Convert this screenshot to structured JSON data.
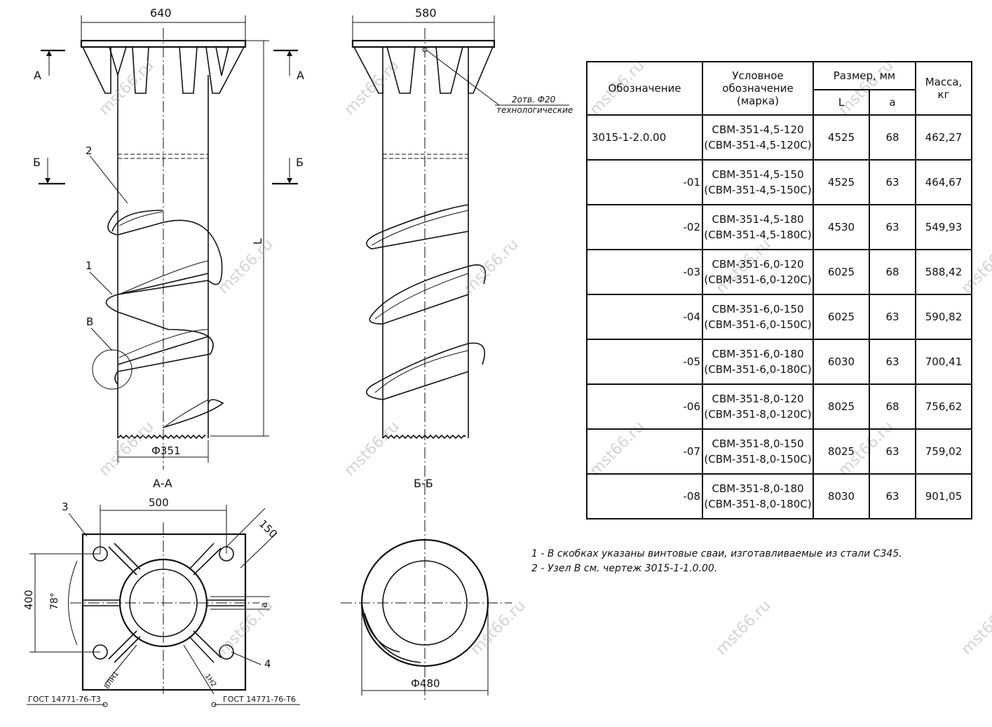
{
  "drawing": {
    "dims": {
      "top_width_left": "640",
      "top_width_right": "580",
      "pipe_diameter": "Ф351",
      "length": "L",
      "base_width": "500",
      "base_height": "400",
      "bolt_offset": "150",
      "angle": "78°",
      "a_mark": "a",
      "bottom_diameter": "Ф480"
    },
    "section_marks": {
      "a": "А",
      "b": "Б",
      "v": "В"
    },
    "section_titles": {
      "aa": "А-А",
      "bb": "Б-Б"
    },
    "callouts": {
      "c1": "1",
      "c2": "2",
      "c3": "3",
      "c4": "4"
    },
    "holes_note_line1": "2отв. Ф20",
    "holes_note_line2": "технологические",
    "weld_left_mark": "8ЛН1",
    "weld_right_mark": "1Н2",
    "gost_left": "ГОСТ 14771-76-Т3",
    "gost_right": "ГОСТ 14771-76-Т6"
  },
  "table": {
    "headers": {
      "designation": "Обозначение",
      "mark_line1": "Условное",
      "mark_line2": "обозначение",
      "mark_line3": "(марка)",
      "size": "Размер, мм",
      "L": "L",
      "a": "a",
      "mass_line1": "Масса,",
      "mass_line2": "кг"
    },
    "rows": [
      {
        "designation": "3015-1-2.0.00",
        "mark": "СВМ-351-4,5-120",
        "mark_alt": "(СВМ-351-4,5-120С)",
        "L": "4525",
        "a": "68",
        "mass": "462,27"
      },
      {
        "designation": "-01",
        "mark": "СВМ-351-4,5-150",
        "mark_alt": "(СВМ-351-4,5-150С)",
        "L": "4525",
        "a": "63",
        "mass": "464,67"
      },
      {
        "designation": "-02",
        "mark": "СВМ-351-4,5-180",
        "mark_alt": "(СВМ-351-4,5-180С)",
        "L": "4530",
        "a": "63",
        "mass": "549,93"
      },
      {
        "designation": "-03",
        "mark": "СВМ-351-6,0-120",
        "mark_alt": "(СВМ-351-6,0-120С)",
        "L": "6025",
        "a": "68",
        "mass": "588,42"
      },
      {
        "designation": "-04",
        "mark": "СВМ-351-6,0-150",
        "mark_alt": "(СВМ-351-6,0-150С)",
        "L": "6025",
        "a": "63",
        "mass": "590,82"
      },
      {
        "designation": "-05",
        "mark": "СВМ-351-6,0-180",
        "mark_alt": "(СВМ-351-6,0-180С)",
        "L": "6030",
        "a": "63",
        "mass": "700,41"
      },
      {
        "designation": "-06",
        "mark": "СВМ-351-8,0-120",
        "mark_alt": "(СВМ-351-8,0-120С)",
        "L": "8025",
        "a": "68",
        "mass": "756,62"
      },
      {
        "designation": "-07",
        "mark": "СВМ-351-8,0-150",
        "mark_alt": "(СВМ-351-8,0-150С)",
        "L": "8025",
        "a": "63",
        "mass": "759,02"
      },
      {
        "designation": "-08",
        "mark": "СВМ-351-8,0-180",
        "mark_alt": "(СВМ-351-8,0-180С)",
        "L": "8030",
        "a": "63",
        "mass": "901,05"
      }
    ]
  },
  "notes": [
    "1 - В скобках указаны винтовые сваи, изготавливаемые из стали С345.",
    "2 - Узел В см. чертеж 3015-1-1.0.00."
  ],
  "watermark": "mst66.ru"
}
